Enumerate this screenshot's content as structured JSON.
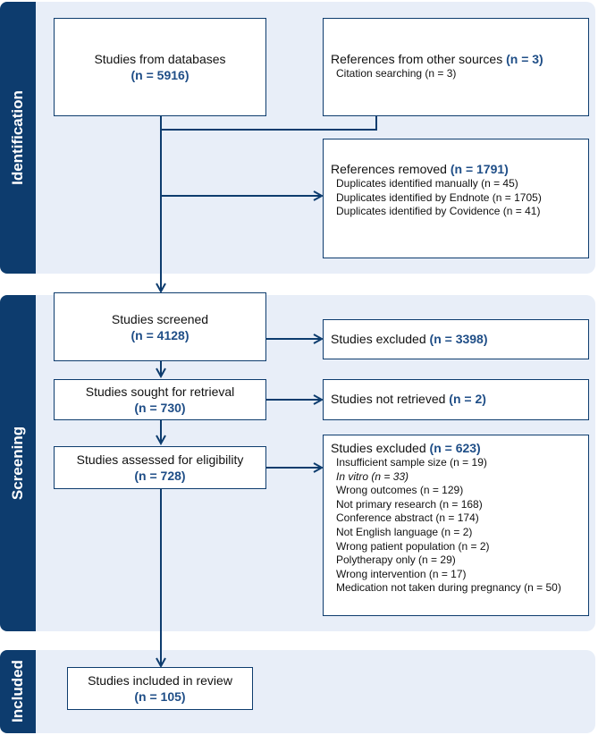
{
  "sections": [
    {
      "label": "Identification"
    },
    {
      "label": "Screening"
    },
    {
      "label": "Included"
    }
  ],
  "boxes": {
    "databases": {
      "title": "Studies from databases",
      "n": "(n = 5916)"
    },
    "other_sources": {
      "title": "References from other sources",
      "n": "(n = 3)",
      "items": [
        "Citation searching (n = 3)"
      ]
    },
    "removed": {
      "title": "References removed",
      "n": "(n = 1791)",
      "items": [
        "Duplicates identified manually (n = 45)",
        "Duplicates identified by Endnote (n = 1705)",
        "Duplicates identified by Covidence (n = 41)"
      ]
    },
    "screened": {
      "title": "Studies screened",
      "n": "(n = 4128)"
    },
    "excluded_screen": {
      "title": "Studies excluded",
      "n": "(n = 3398)"
    },
    "sought": {
      "title": "Studies sought for retrieval",
      "n": "(n = 730)"
    },
    "not_retrieved": {
      "title": "Studies not retrieved",
      "n": "(n = 2)"
    },
    "assessed": {
      "title": "Studies assessed for eligibility",
      "n": "(n = 728)"
    },
    "excluded_elig": {
      "title": "Studies excluded",
      "n": "(n = 623)",
      "items": [
        "Insufficient sample size (n = 19)",
        "In vitro (n = 33)",
        "Wrong outcomes (n = 129)",
        "Not primary research (n = 168)",
        "Conference abstract (n = 174)",
        "Not English language (n = 2)",
        "Wrong patient population (n = 2)",
        "Polytherapy only (n = 29)",
        "Wrong intervention (n = 17)",
        "Medication not taken during pregnancy (n = 50)"
      ]
    },
    "included": {
      "title": "Studies included in review",
      "n": "(n = 105)"
    }
  },
  "colors": {
    "band": "#0d3c6e",
    "section_bg": "#e8eef8",
    "accent": "#1f4e87",
    "arrow": "#0d3c6e"
  }
}
